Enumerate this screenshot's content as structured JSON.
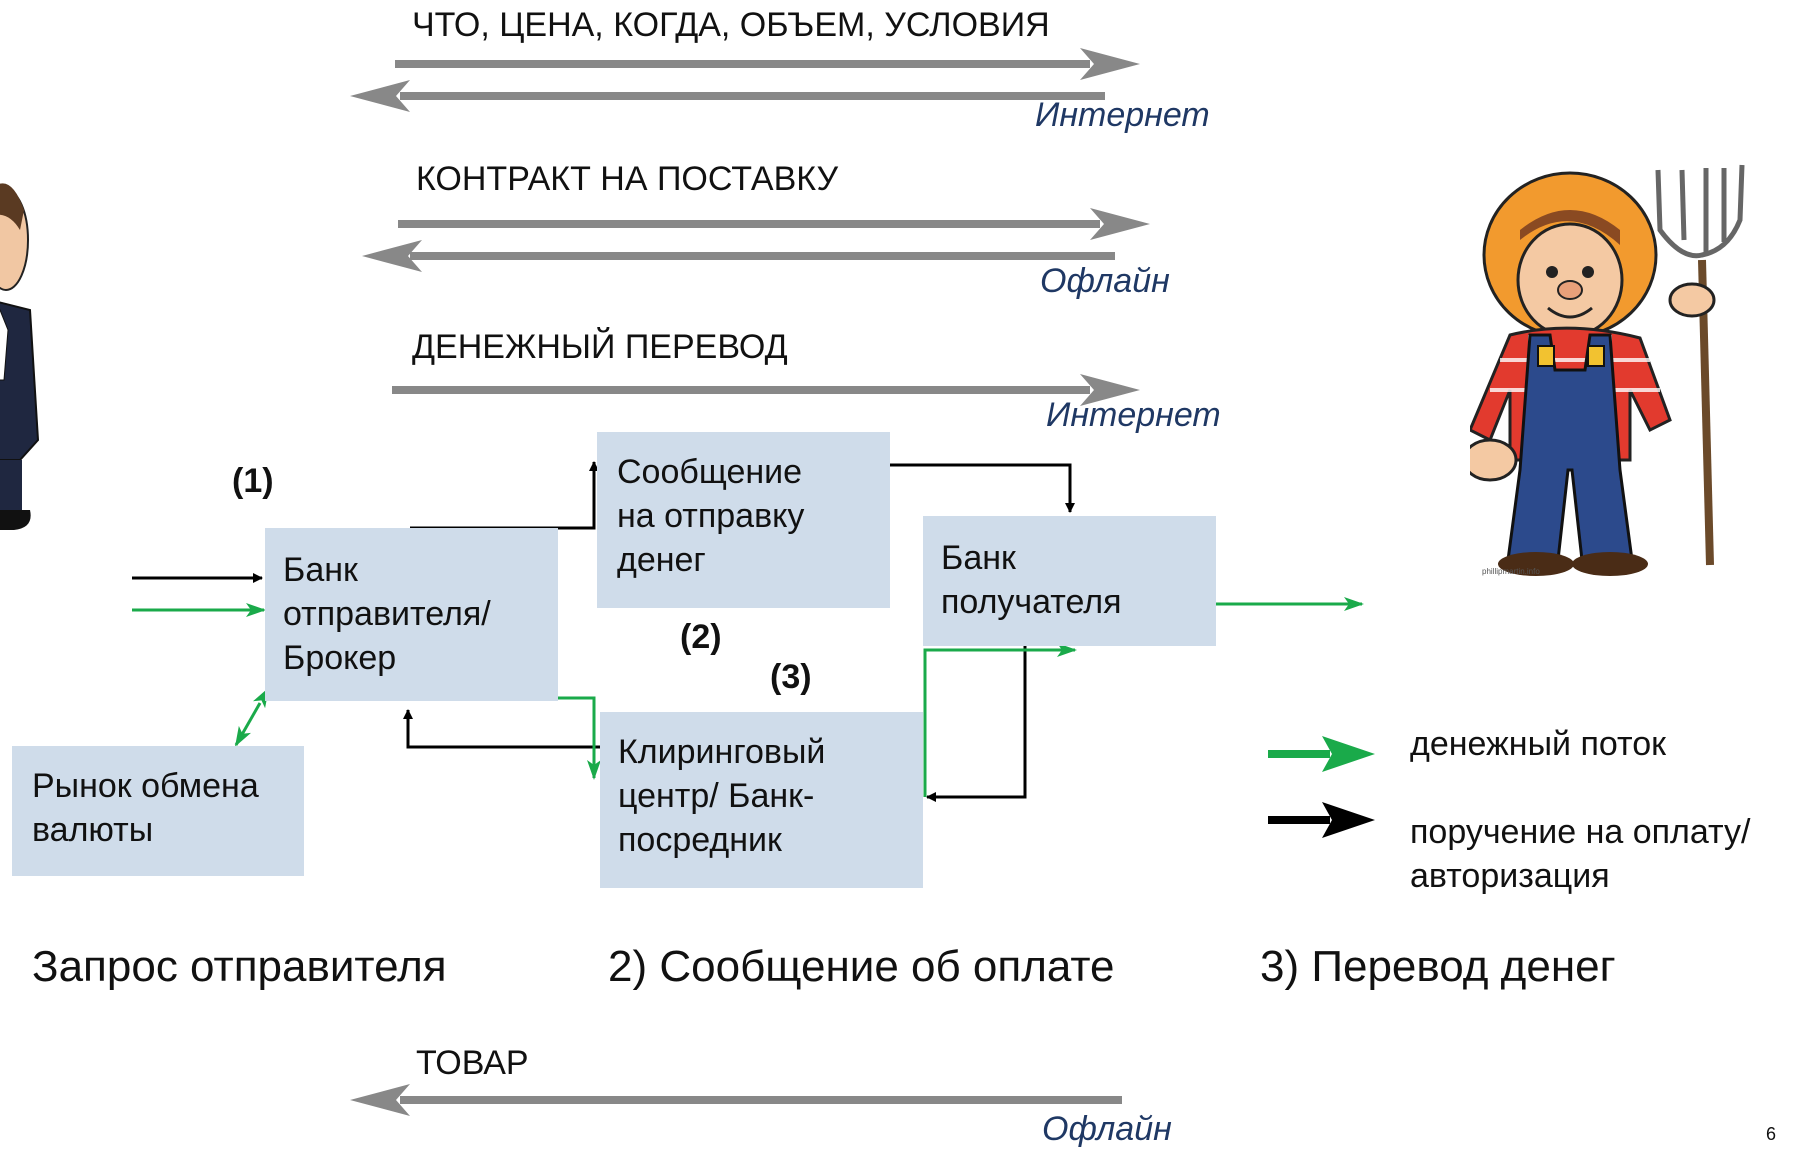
{
  "flows": {
    "info_label": "ЧТО, ЦЕНА, КОГДА, ОБЪЕМ, УСЛОВИЯ",
    "info_channel": "Интернет",
    "contract_label": "КОНТРАКТ НА ПОСТАВКУ",
    "contract_channel": "Офлайн",
    "transfer_label": "ДЕНЕЖНЫЙ ПЕРЕВОД",
    "transfer_channel": "Интернет",
    "goods_label": "ТОВАР",
    "goods_channel": "Офлайн"
  },
  "boxes": {
    "sender_bank": "Банк\nотправителя/\nБрокер",
    "message": "Сообщение\nна отправку\nденег",
    "receiver_bank": "Банк\nполучателя",
    "clearing": "Клиринговый\nцентр/ Банк-\nпосредник",
    "fx_market": "Рынок обмена\nвалюты"
  },
  "steps": {
    "s1": "(1)",
    "s2": "(2)",
    "s3": "(3)"
  },
  "captions": {
    "c1": "Запрос отправителя",
    "c2": "2) Сообщение об оплате",
    "c3": "3) Перевод денег"
  },
  "legend": {
    "money_flow": "денежный поток",
    "payment_order": "поручение на оплату/\nавторизация"
  },
  "page_number": "6",
  "image_credit": "phillipmartin.info",
  "colors": {
    "gray_arrow": "#888888",
    "money": "#1aaa4a",
    "order": "#000000",
    "box_fill": "#cfdcea",
    "channel_text": "#1f3864"
  }
}
